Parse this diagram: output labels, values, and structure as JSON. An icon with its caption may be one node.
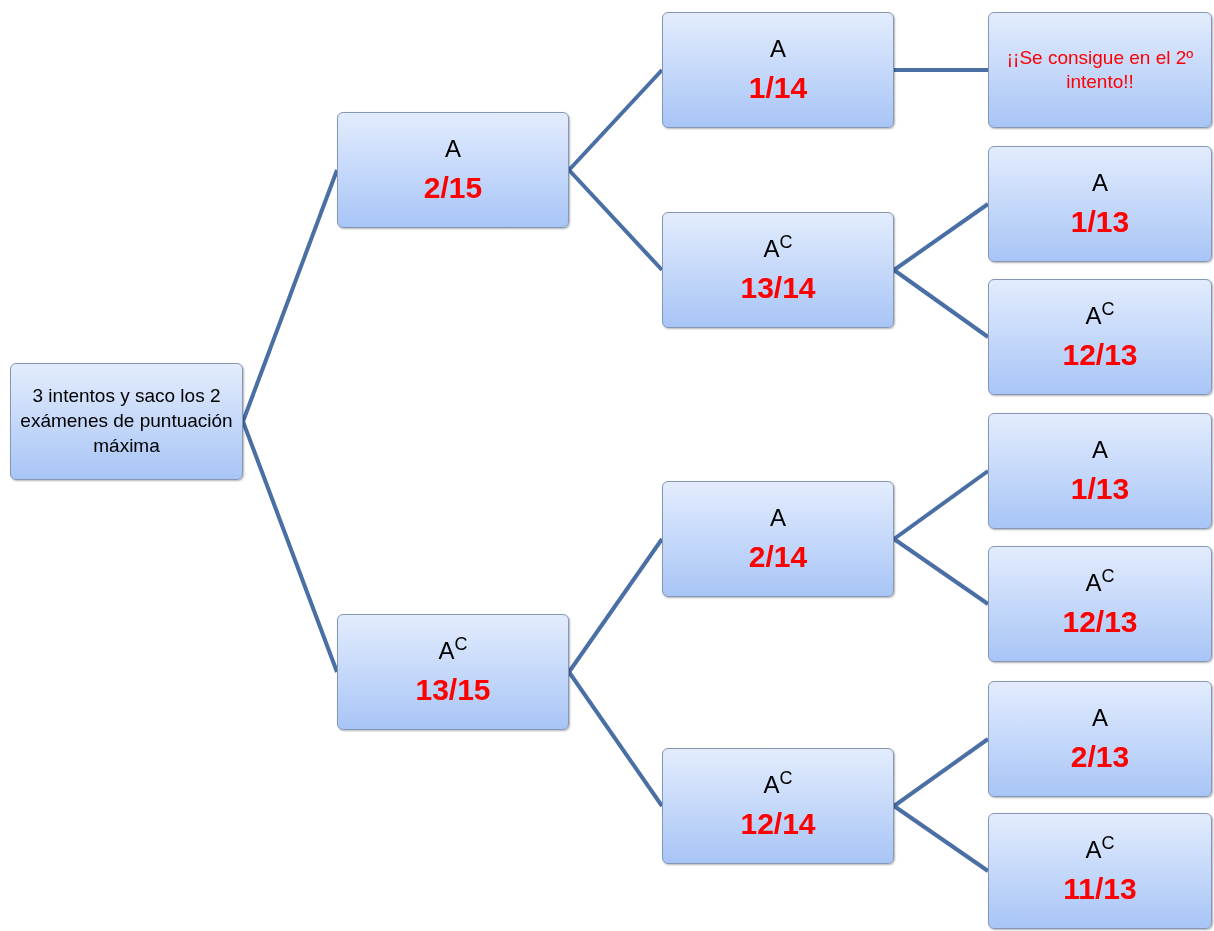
{
  "diagram": {
    "nodes": [
      {
        "text": [
          "3 intentos y saco los 2 exámenes de puntuación máxima"
        ]
      },
      {
        "text": [
          "A",
          "2/15"
        ]
      },
      {
        "text": [
          "A$^{C}$",
          "13/15"
        ]
      },
      {
        "text": [
          "A",
          "1/14"
        ]
      },
      {
        "text": [
          "A$^{C}$",
          "13/14"
        ]
      },
      {
        "text": [
          "A",
          "2/14"
        ]
      },
      {
        "text": [
          "A$^{C}$",
          "12/14"
        ]
      },
      {
        "text": [
          "¡¡Se consigue en el 2º intento!!"
        ]
      },
      {
        "text": [
          "A",
          "1/13"
        ]
      },
      {
        "text": [
          "A$^{C}$",
          "12/13"
        ]
      },
      {
        "text": [
          "A",
          "1/13"
        ]
      },
      {
        "text": [
          "A$^{C}$",
          "12/13"
        ]
      },
      {
        "text": [
          "A",
          "2/13"
        ]
      },
      {
        "text": [
          "A$^{C}$",
          "11/13"
        ]
      }
    ],
    "edges": [
      {
        "from": 0,
        "to": 1,
        "arrow": "none"
      },
      {
        "from": 0,
        "to": 2,
        "arrow": "none"
      },
      {
        "from": 1,
        "to": 3,
        "arrow": "none"
      },
      {
        "from": 1,
        "to": 4,
        "arrow": "none"
      },
      {
        "from": 2,
        "to": 5,
        "arrow": "none"
      },
      {
        "from": 2,
        "to": 6,
        "arrow": "none"
      },
      {
        "from": 3,
        "to": 7,
        "arrow": "none"
      },
      {
        "from": 4,
        "to": 8,
        "arrow": "none"
      },
      {
        "from": 4,
        "to": 9,
        "arrow": "none"
      },
      {
        "from": 5,
        "to": 10,
        "arrow": "none"
      },
      {
        "from": 5,
        "to": 11,
        "arrow": "none"
      },
      {
        "from": 6,
        "to": 12,
        "arrow": "none"
      },
      {
        "from": 6,
        "to": 13,
        "arrow": "none"
      }
    ]
  }
}
